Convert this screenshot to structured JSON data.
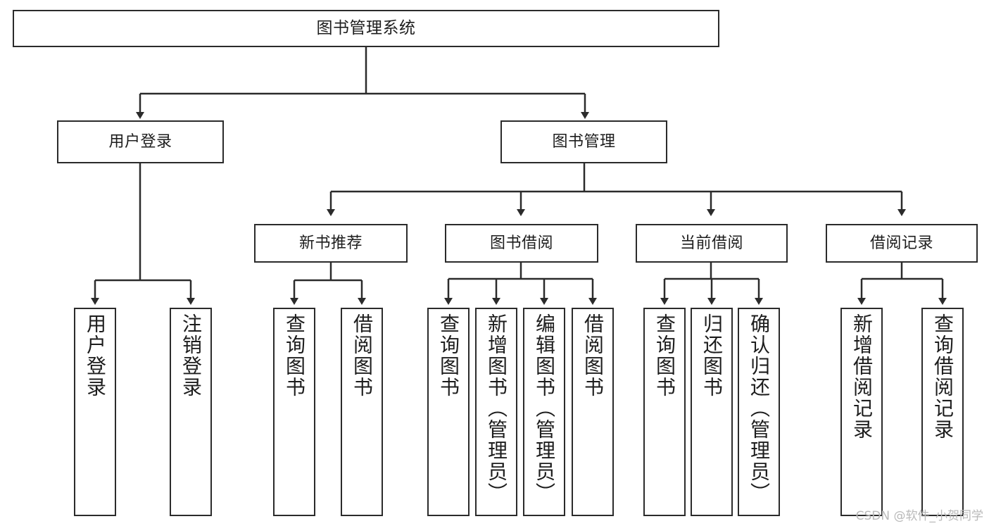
{
  "diagram": {
    "title": "图书管理系统",
    "type": "功能结构图",
    "theme": {
      "background": "#ffffff",
      "box_border": "#2b2b2b",
      "box_fill": "#ffffff",
      "text": "#1d1d1d",
      "edge": "#2b2b2b",
      "watermark": "#b9b9b9"
    }
  },
  "nodes": {
    "root": {
      "label": "图书管理系统",
      "level": 1
    },
    "level2": [
      {
        "id": "user-login",
        "label": "用户登录"
      },
      {
        "id": "book-manage",
        "label": "图书管理"
      }
    ],
    "level3": [
      {
        "id": "new-book-recommend",
        "label": "新书推荐"
      },
      {
        "id": "book-borrow",
        "label": "图书借阅"
      },
      {
        "id": "current-borrow",
        "label": "当前借阅"
      },
      {
        "id": "borrow-record",
        "label": "借阅记录"
      }
    ],
    "leaves": {
      "user-login": [
        {
          "id": "leaf-user-login",
          "label": "用户登录"
        },
        {
          "id": "leaf-logout-login",
          "label": "注销登录"
        }
      ],
      "new-book-recommend": [
        {
          "id": "leaf-query-book-1",
          "label": "查询图书"
        },
        {
          "id": "leaf-borrow-book-1",
          "label": "借阅图书"
        }
      ],
      "book-borrow": [
        {
          "id": "leaf-query-book-2",
          "label": "查询图书"
        },
        {
          "id": "leaf-add-book",
          "label": "新增图书（管理员）"
        },
        {
          "id": "leaf-edit-book",
          "label": "编辑图书（管理员）"
        },
        {
          "id": "leaf-borrow-book-2",
          "label": "借阅图书"
        }
      ],
      "current-borrow": [
        {
          "id": "leaf-query-book-3",
          "label": "查询图书"
        },
        {
          "id": "leaf-return-book",
          "label": "归还图书"
        },
        {
          "id": "leaf-confirm-return",
          "label": "确认归还（管理员）"
        }
      ],
      "borrow-record": [
        {
          "id": "leaf-add-record",
          "label": "新增借阅记录"
        },
        {
          "id": "leaf-query-record",
          "label": "查询借阅记录"
        }
      ]
    }
  },
  "watermark": {
    "text": "CSDN @软件_小贺同学"
  }
}
